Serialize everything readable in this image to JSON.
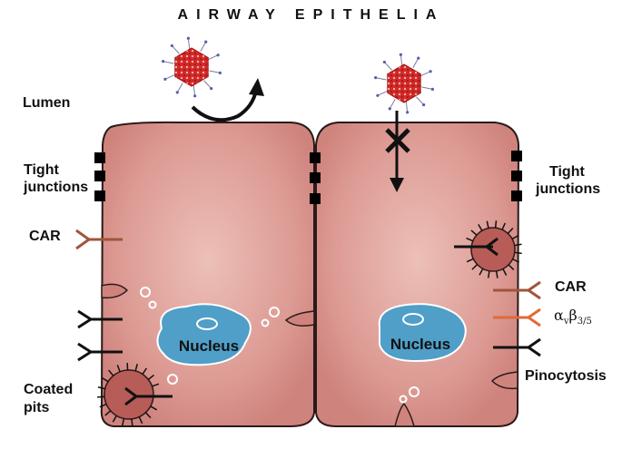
{
  "title": "AIRWAY EPITHELIA",
  "labels": {
    "lumen": "Lumen",
    "tight_junctions_left": [
      "Tight",
      "junctions"
    ],
    "tight_junctions_right": [
      "Tight",
      "junctions"
    ],
    "car_left": "CAR",
    "car_right": "CAR",
    "coated_pits": [
      "Coated",
      "pits"
    ],
    "pinocytosis": "Pinocytosis",
    "nucleus_left": "Nucleus",
    "nucleus_right": "Nucleus",
    "integrin": {
      "alpha": "α",
      "alpha_sub": "v",
      "beta": "β",
      "beta_sub": "3/5"
    }
  },
  "colors": {
    "cell_fill": "#d9908c",
    "cell_light": "#e9b8b2",
    "cell_outline": "#2a1a1a",
    "nucleus": "#4f9fc8",
    "virus": "#d22a2a",
    "car_receptor": "#a0553a",
    "integrin_receptor": "#e06a3a",
    "receptor_dark": "#111111"
  },
  "icons": {
    "virus_entry_blocked": "x-mark-icon",
    "virus_bounce": "curved-arrow-icon",
    "tight_junction": "square-block-icon"
  }
}
